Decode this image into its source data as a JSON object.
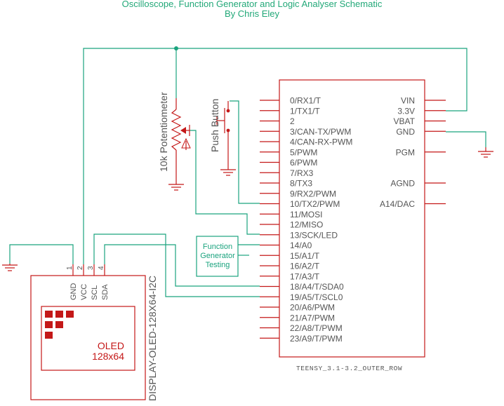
{
  "title": {
    "line1": "Oscilloscope, Function Generator and Logic Analyser Schematic",
    "line2": "By Chris Eley"
  },
  "teensy": {
    "name": "TEENSY_3.1-3.2_OUTER_ROW",
    "left_pins": [
      "0/RX1/T",
      "1/TX1/T",
      "2",
      "3/CAN-TX/PWM",
      "4/CAN-RX-PWM",
      "5/PWM",
      "6/PWM",
      "7/RX3",
      "8/TX3",
      "9/RX2/PWM",
      "10/TX2/PWM",
      "11/MOSI",
      "12/MISO",
      "13/SCK/LED",
      "14/A0",
      "15/A1/T",
      "16/A2/T",
      "17/A3/T",
      "18/A4/T/SDA0",
      "19/A5/T/SCL0",
      "20/A6/PWM",
      "21/A7/PWM",
      "22/A8/T/PWM",
      "23/A9/T/PWM"
    ],
    "right_pins": [
      "VIN",
      "3.3V",
      "VBAT",
      "GND",
      "PGM",
      "AGND",
      "A14/DAC"
    ]
  },
  "potentiometer": {
    "label": "10k Potentiometer"
  },
  "push_button": {
    "label": "Push Button"
  },
  "function_gen": {
    "line1": "Function",
    "line2": "Generator",
    "line3": "Testing"
  },
  "oled": {
    "name": "DISPLAY-OLED-128X64-I2C",
    "pins": [
      "GND",
      "VCC",
      "SCL",
      "SDA"
    ],
    "pin_numbers": [
      "1",
      "2",
      "3",
      "4"
    ],
    "screen_line1": "OLED",
    "screen_line2": "128x64"
  },
  "colors": {
    "wire": "#1aa37e",
    "part": "#c41818",
    "title": "#22a878",
    "text": "#555555"
  }
}
